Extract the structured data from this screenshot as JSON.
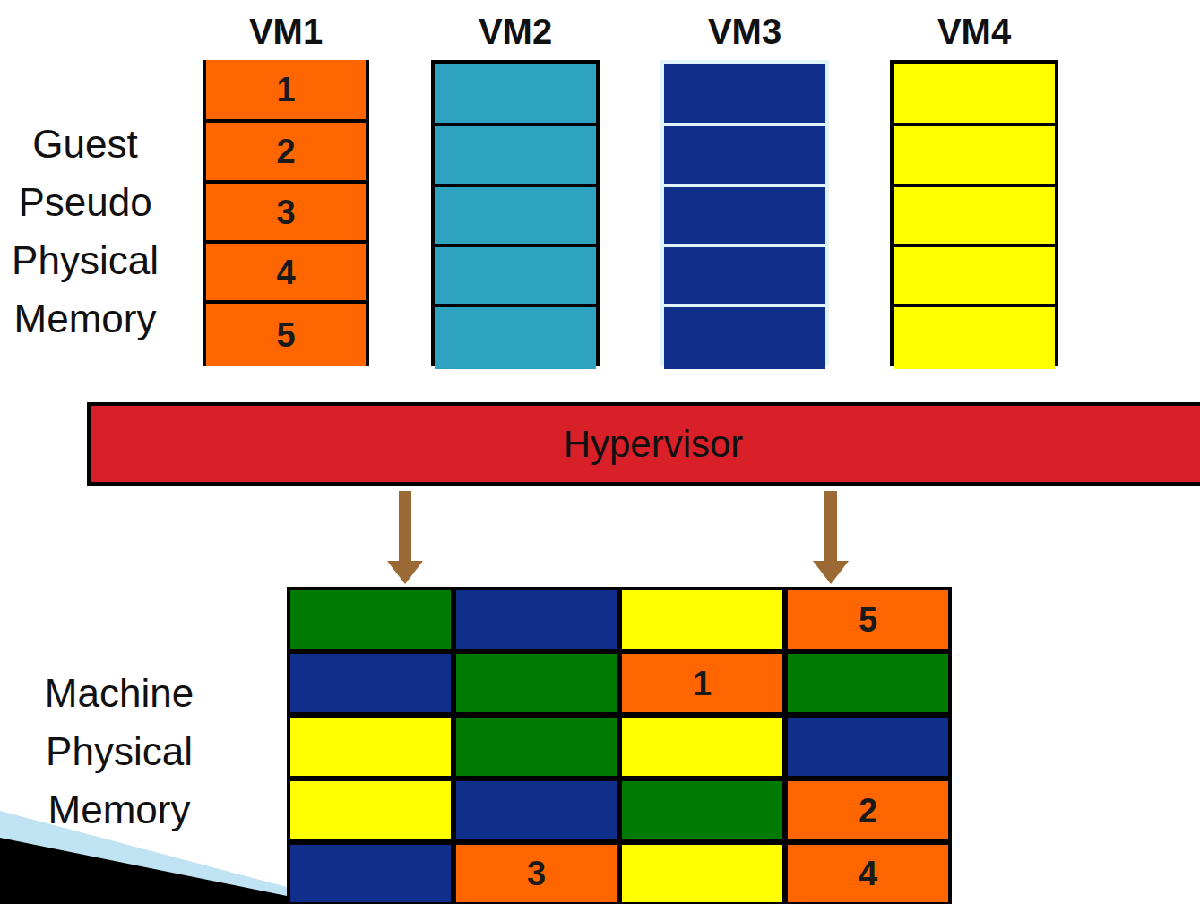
{
  "diagram": {
    "nodes": [
      {
        "text": [
          "VM1"
        ]
      },
      {
        "text": [
          "1"
        ],
        "in": 0
      },
      {
        "text": [
          "2"
        ],
        "in": 0
      },
      {
        "text": [
          "3"
        ],
        "in": 0
      },
      {
        "text": [
          "4"
        ],
        "in": 0
      },
      {
        "text": [
          "5"
        ],
        "in": 0
      },
      {
        "text": [
          "VM2"
        ]
      },
      {
        "text": [
          "VM3"
        ]
      },
      {
        "text": [
          "VM4"
        ]
      },
      {
        "text": [
          "Hypervisor"
        ]
      },
      {
        "text": [
          "Machine Physical Memory"
        ]
      },
      {
        "text": [
          "5"
        ],
        "in": 10
      },
      {
        "text": [
          "1"
        ],
        "in": 10
      },
      {
        "text": [
          "2"
        ],
        "in": 10
      },
      {
        "text": [
          "3"
        ],
        "in": 10
      },
      {
        "text": [
          "4"
        ],
        "in": 10
      }
    ],
    "edges": [
      {
        "from": 9,
        "to": 10,
        "arrow": "to"
      },
      {
        "from": 9,
        "to": 10,
        "arrow": "to"
      }
    ],
    "labels": [
      "Guest Pseudo Physical Memory"
    ]
  }
}
